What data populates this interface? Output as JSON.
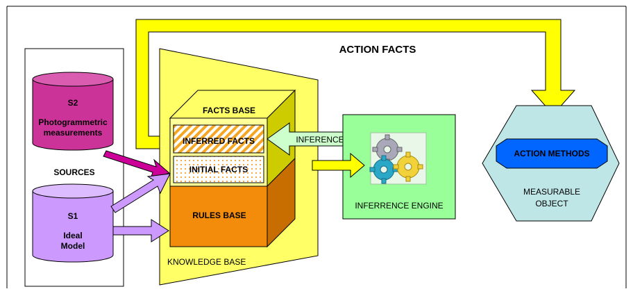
{
  "colors": {
    "yellow": "#FFFF00",
    "kb_yellow": "#FFFF66",
    "box_front": "#FFFF99",
    "box_top": "#FFFF66",
    "box_side": "#CCCC00",
    "rules_front": "#F28C0A",
    "rules_side": "#C86E00",
    "s2_magenta": "#CC3399",
    "s1_lilac": "#CC99FF",
    "engine_green": "#99FF99",
    "inference_green": "#CCFFCC",
    "object_cyan": "#BFE6E6",
    "action_blue": "#0066FF",
    "arrow_magenta": "#CC0099",
    "arrow_lilac": "#CC99FF"
  },
  "diagram": {
    "action_facts": "ACTION FACTS",
    "sources": {
      "label": "SOURCES",
      "s2": {
        "id": "S2",
        "name_line1": "Photogrammetric",
        "name_line2": "measurements"
      },
      "s1": {
        "id": "S1",
        "name_line1": "Ideal",
        "name_line2": "Model"
      }
    },
    "knowledge_base": {
      "label": "KNOWLEDGE BASE",
      "facts_base": "FACTS BASE",
      "inferred_facts": "INFERRED FACTS",
      "initial_facts": "INITIAL FACTS",
      "rules_base": "RULES BASE"
    },
    "inference": "INFERENCE",
    "engine": {
      "label": "INFERRENCE ENGINE",
      "icon": "gears-icon"
    },
    "object": {
      "methods": "ACTION METHODS",
      "label_line1": "MEASURABLE",
      "label_line2": "OBJECT"
    }
  }
}
